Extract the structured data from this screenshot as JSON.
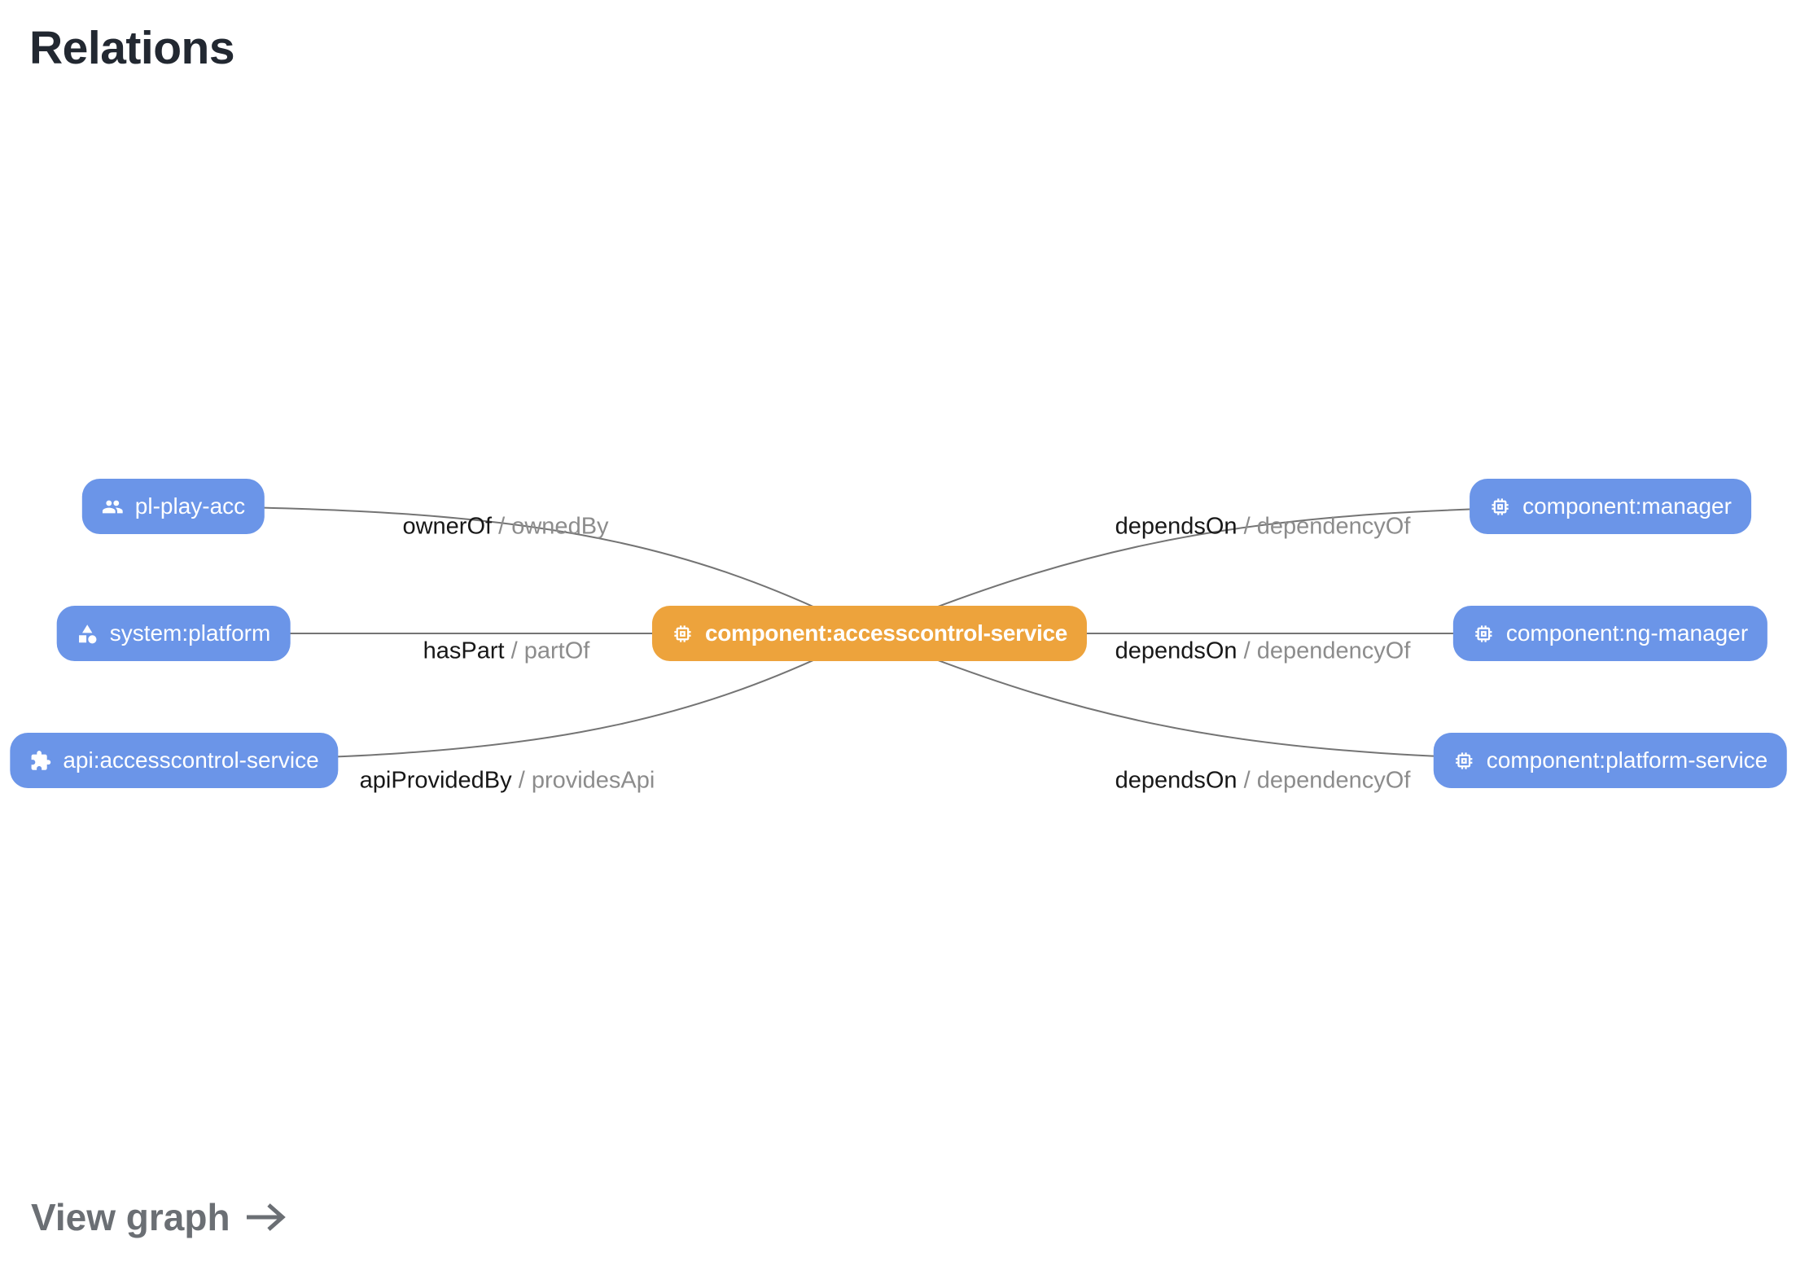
{
  "title": "Relations",
  "footer": {
    "label": "View graph",
    "icon": "arrow-right-icon"
  },
  "colors": {
    "node_blue": "#6b95e8",
    "node_orange": "#eda33c",
    "node_text": "#ffffff",
    "edge_line": "#747474",
    "text_dark": "#171717",
    "text_muted": "#8c8c8c",
    "title_color": "#222831",
    "footer_color": "#6b6f74"
  },
  "graph": {
    "separator": " / ",
    "center": {
      "label": "component:accesscontrol-service",
      "icon": "chip-icon"
    },
    "left": [
      {
        "label": "pl-play-acc",
        "icon": "group-icon",
        "relation": "ownerOf",
        "inverse": "ownedBy"
      },
      {
        "label": "system:platform",
        "icon": "category-icon",
        "relation": "hasPart",
        "inverse": "partOf"
      },
      {
        "label": "api:accesscontrol-service",
        "icon": "puzzle-icon",
        "relation": "apiProvidedBy",
        "inverse": "providesApi"
      }
    ],
    "right": [
      {
        "label": "component:manager",
        "icon": "chip-icon",
        "relation": "dependsOn",
        "inverse": "dependencyOf"
      },
      {
        "label": "component:ng-manager",
        "icon": "chip-icon",
        "relation": "dependsOn",
        "inverse": "dependencyOf"
      },
      {
        "label": "component:platform-service",
        "icon": "chip-icon",
        "relation": "dependsOn",
        "inverse": "dependencyOf"
      }
    ]
  }
}
